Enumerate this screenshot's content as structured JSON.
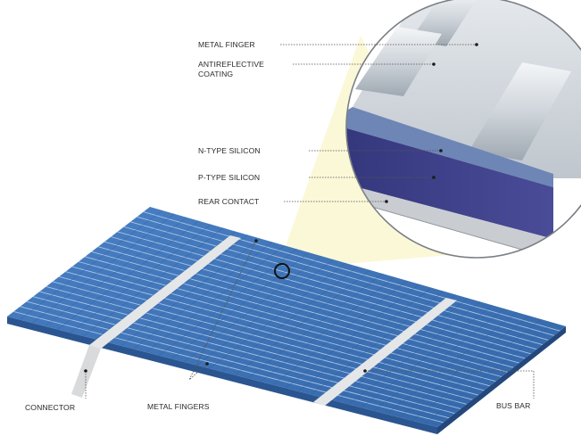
{
  "labels": {
    "metal_finger": "METAL FINGER",
    "antireflective_line1": "ANTIREFLECTIVE",
    "antireflective_line2": "COATING",
    "n_type": "N-TYPE SILICON",
    "p_type": "P-TYPE SILICON",
    "rear_contact": "REAR CONTACT",
    "connector": "CONNECTOR",
    "metal_fingers": "METAL FINGERS",
    "bus_bar": "BUS BAR"
  },
  "colors": {
    "cell_blue": "#3f74b8",
    "cell_edge": "#2b5590",
    "finger_line": "#b9d1ee",
    "bus_bar": "#e4e6e8",
    "coating": "#d9dee2",
    "n_layer": "#6d86b6",
    "p_layer": "#3d3f8a",
    "rear": "#c9cdd2",
    "zoom_cone": "#fbf7d4"
  }
}
